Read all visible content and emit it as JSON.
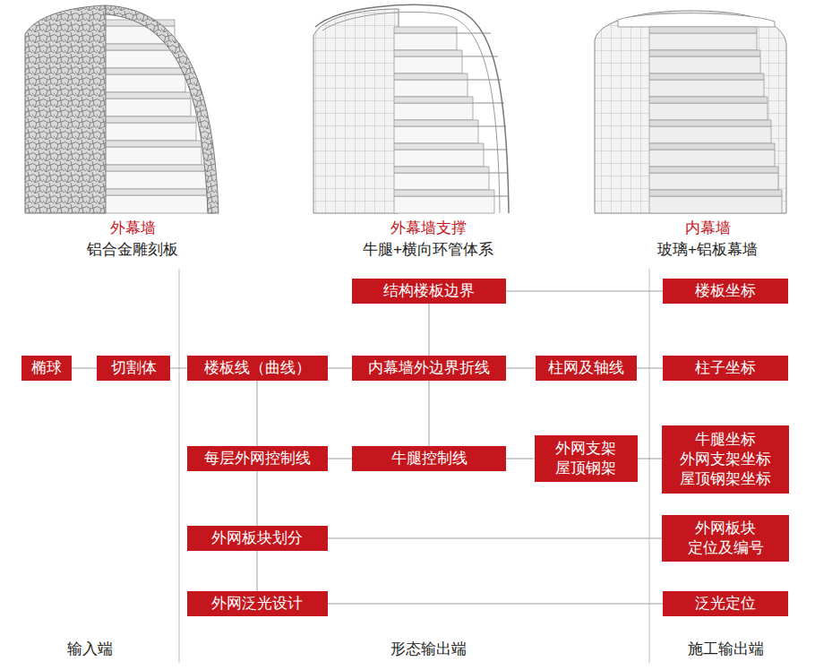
{
  "diagram": {
    "nodes": [
      {
        "text": [
          "结构楼板边界"
        ]
      },
      {
        "text": [
          "楼板坐标"
        ]
      },
      {
        "text": [
          "椭球"
        ]
      },
      {
        "text": [
          "切割体"
        ]
      },
      {
        "text": [
          "楼板线（曲线）"
        ]
      },
      {
        "text": [
          "内幕墙外边界折线"
        ]
      },
      {
        "text": [
          "柱网及轴线"
        ]
      },
      {
        "text": [
          "柱子坐标"
        ]
      },
      {
        "text": [
          "每层外网控制线"
        ]
      },
      {
        "text": [
          "牛腿控制线"
        ]
      },
      {
        "text": [
          "外网支架 屋顶钢架"
        ]
      },
      {
        "text": [
          "牛腿坐标 外网支架坐标 屋顶钢架坐标"
        ]
      },
      {
        "text": [
          "外网板块划分"
        ]
      },
      {
        "text": [
          "外网板块 定位及编号"
        ]
      },
      {
        "text": [
          "外网泛光设计"
        ]
      },
      {
        "text": [
          "泛光定位"
        ]
      }
    ],
    "edges": [
      {
        "from": 2,
        "to": 3,
        "arrow": "none"
      },
      {
        "from": 3,
        "to": 4,
        "arrow": "none"
      },
      {
        "from": 4,
        "to": 5,
        "arrow": "none"
      },
      {
        "from": 5,
        "to": 6,
        "arrow": "none"
      },
      {
        "from": 6,
        "to": 7,
        "arrow": "none"
      },
      {
        "from": 0,
        "to": 1,
        "arrow": "none"
      },
      {
        "from": 0,
        "to": 5,
        "arrow": "none"
      },
      {
        "from": 5,
        "to": 9,
        "arrow": "none"
      },
      {
        "from": 4,
        "to": 8,
        "arrow": "none"
      },
      {
        "from": 8,
        "to": 12,
        "arrow": "none"
      },
      {
        "from": 12,
        "to": 14,
        "arrow": "none"
      },
      {
        "from": 8,
        "to": 9,
        "arrow": "none"
      },
      {
        "from": 9,
        "to": 10,
        "arrow": "none"
      },
      {
        "from": 10,
        "to": 11,
        "arrow": "none"
      },
      {
        "from": 12,
        "to": 13,
        "arrow": "none"
      },
      {
        "from": 14,
        "to": 15,
        "arrow": "none"
      }
    ],
    "labels": [
      "外幕墙",
      "铝合金雕刻板",
      "外幕墙支撑",
      "牛腿+横向环管体系",
      "内幕墙",
      "玻璃+铝板幕墙",
      "输入端",
      "形态输出端",
      "施工输出端"
    ]
  }
}
